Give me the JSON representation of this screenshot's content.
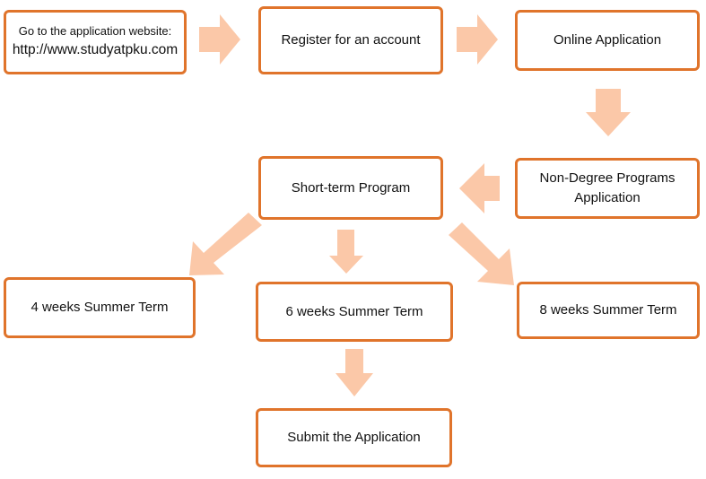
{
  "colors": {
    "box_border": "#e0742b",
    "arrow_fill": "#fbc8a8",
    "text": "#111111"
  },
  "steps": {
    "website_line1": "Go to the application website:",
    "website_line2": "http://www.studyatpku.com",
    "register": "Register for an account",
    "online_application": "Online Application",
    "non_degree_line1": "Non-Degree Programs",
    "non_degree_line2": "Application",
    "short_term": "Short-term Program",
    "four_weeks": "4 weeks Summer Term",
    "six_weeks": "6 weeks Summer Term",
    "eight_weeks": "8 weeks Summer Term",
    "submit": "Submit the Application"
  }
}
